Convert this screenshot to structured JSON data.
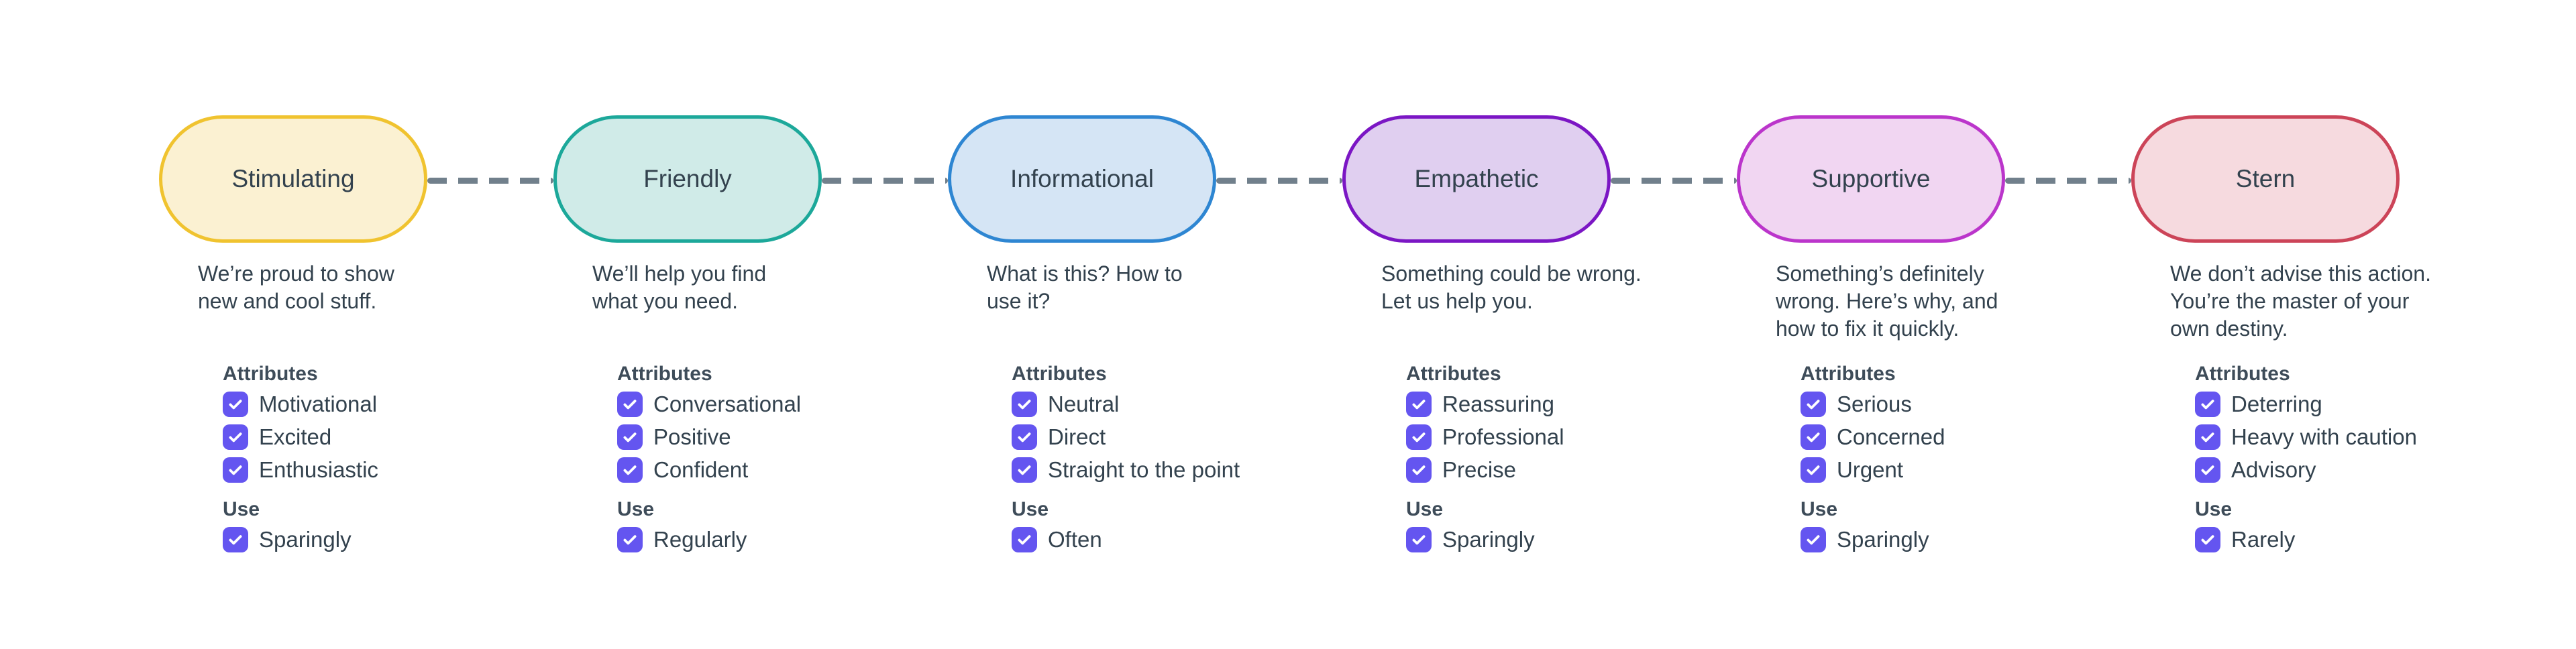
{
  "colors": {
    "accent": "#6455F0",
    "connector": "#71808C",
    "text": "#33424E",
    "heading": "#3E4C59",
    "background": "#FFFFFF"
  },
  "sections": {
    "attributes_label": "Attributes",
    "use_label": "Use"
  },
  "tones": [
    {
      "label": "Stimulating",
      "description": "We’re proud to show\nnew and cool stuff.",
      "colors": {
        "border": "#F0C32F",
        "fill": "#FBF1D2"
      },
      "attributes": [
        "Motivational",
        "Excited",
        "Enthusiastic"
      ],
      "use": "Sparingly"
    },
    {
      "label": "Friendly",
      "description": "We’ll help you find\nwhat you need.",
      "colors": {
        "border": "#1CA89A",
        "fill": "#D0EBE8"
      },
      "attributes": [
        "Conversational",
        "Positive",
        "Confident"
      ],
      "use": "Regularly"
    },
    {
      "label": "Informational",
      "description": "What is this? How to\nuse it?",
      "colors": {
        "border": "#2E86D2",
        "fill": "#D5E5F5"
      },
      "attributes": [
        "Neutral",
        "Direct",
        "Straight to the point"
      ],
      "use": "Often"
    },
    {
      "label": "Empathetic",
      "description": "Something could be wrong.\nLet us help you.",
      "colors": {
        "border": "#7B16C4",
        "fill": "#E0CFF0"
      },
      "attributes": [
        "Reassuring",
        "Professional",
        "Precise"
      ],
      "use": "Sparingly"
    },
    {
      "label": "Supportive",
      "description": "Something’s definitely\nwrong. Here’s why, and\nhow to fix it quickly.",
      "colors": {
        "border": "#BB35CB",
        "fill": "#F1D6F2"
      },
      "attributes": [
        "Serious",
        "Concerned",
        "Urgent"
      ],
      "use": "Sparingly"
    },
    {
      "label": "Stern",
      "description": "We don’t advise this action.\nYou’re the master of your\nown destiny.",
      "colors": {
        "border": "#CC4458",
        "fill": "#F6DADF"
      },
      "attributes": [
        "Deterring",
        "Heavy with caution",
        "Advisory"
      ],
      "use": "Rarely"
    }
  ]
}
